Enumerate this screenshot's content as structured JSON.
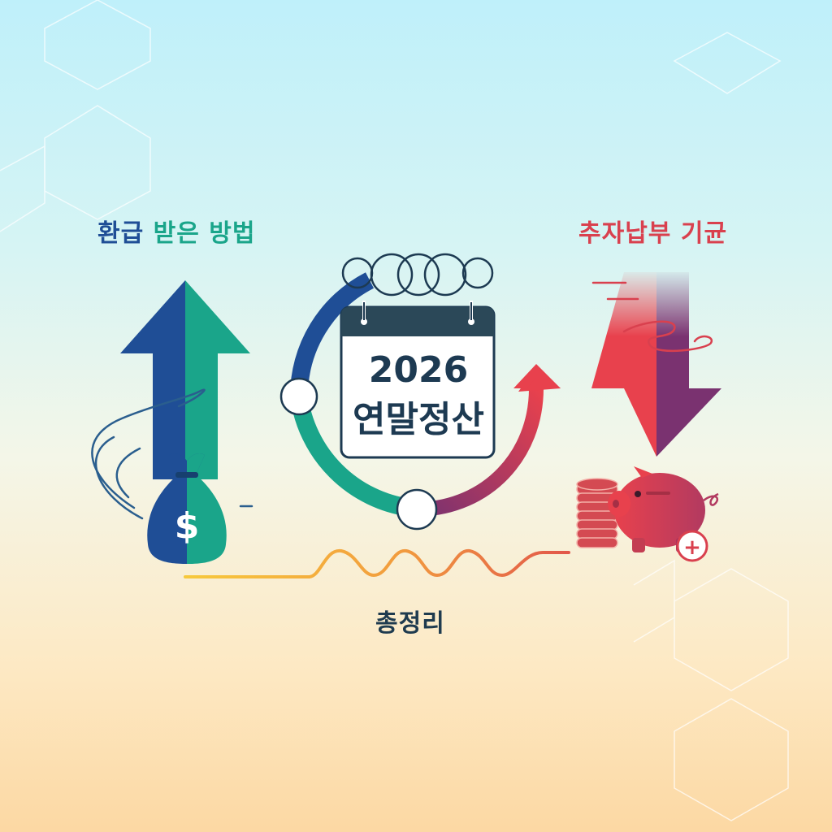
{
  "labels": {
    "left_title_part1": "환급",
    "left_title_part2": "받은 방법",
    "right_title": "추자납부 기균",
    "bottom_title": "총정리"
  },
  "calendar": {
    "year": "2026",
    "name": "연말정산"
  },
  "money_bag": {
    "symbol": "$"
  },
  "piggy_bank": {
    "badge": "+"
  },
  "colors": {
    "blue": "#1f4e96",
    "teal": "#1aa58a",
    "red": "#d9404e",
    "purple": "#7a3270",
    "navy": "#1d3a52",
    "wave_yellow": "#f5c23a",
    "wave_orange": "#e97b45"
  },
  "icons": [
    "up-arrow-icon",
    "money-bag-icon",
    "calendar-icon",
    "cycle-arrow-icon",
    "down-arrow-icon",
    "piggy-bank-icon",
    "coin-stack-icon",
    "plus-badge-icon"
  ]
}
